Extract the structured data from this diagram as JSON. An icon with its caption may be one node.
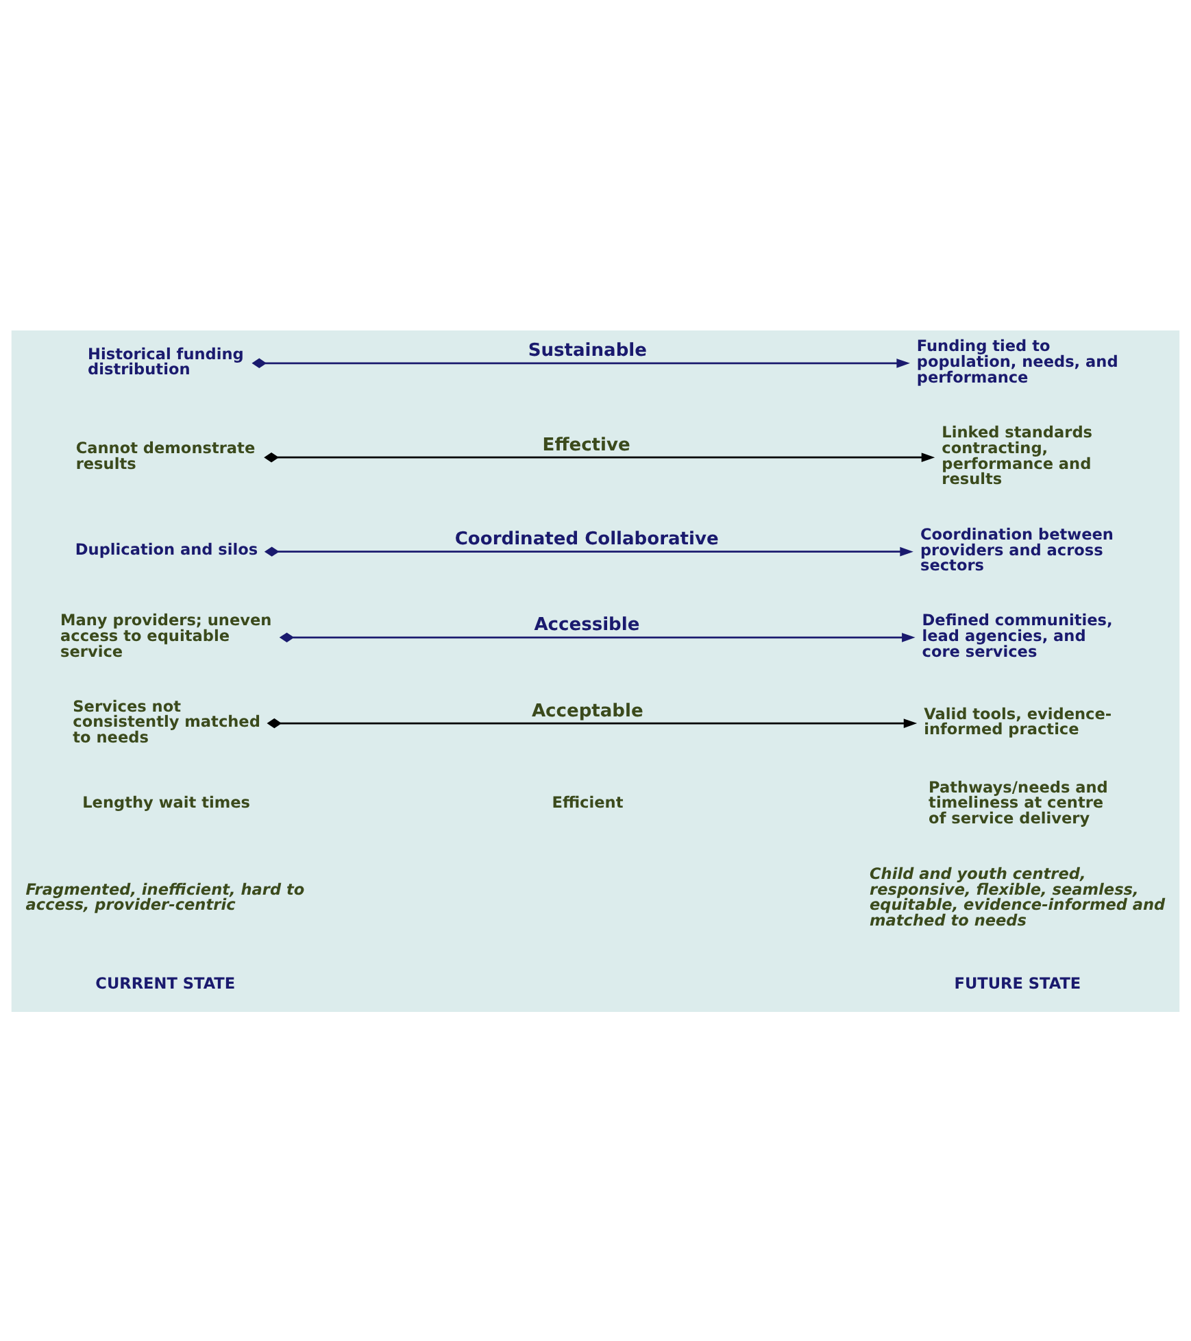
{
  "diagram": {
    "nodes": [
      {
        "text": [
          "Services not consistently matched to needs"
        ]
      },
      {
        "text": [
          "Valid tools, evidence-informed practice"
        ]
      },
      {
        "text": [
          "Many providers; uneven access to equitable service"
        ]
      },
      {
        "text": [
          "Defined communities, lead agencies, and core services"
        ]
      },
      {
        "text": [
          "Duplication and silos"
        ]
      },
      {
        "text": [
          "Coordination between providers and across sectors"
        ]
      },
      {
        "text": [
          "Cannot demonstrate results"
        ]
      },
      {
        "text": [
          "Linked standards contracting, performance and results"
        ]
      },
      {
        "text": [
          "Historical funding distribution"
        ]
      },
      {
        "text": [
          "Funding tied to population, needs, and performance"
        ]
      }
    ],
    "edges": [
      {
        "from": 0,
        "to": 1,
        "arrow": "to",
        "label": "Acceptable",
        "color": "#000000"
      },
      {
        "from": 2,
        "to": 3,
        "arrow": "to",
        "label": "Accessible"
      },
      {
        "from": 4,
        "to": 5,
        "arrow": "to",
        "label": "Coordinated Collaborative"
      },
      {
        "from": 6,
        "to": 7,
        "arrow": "to",
        "label": "Effective",
        "color": "#000000"
      },
      {
        "from": 8,
        "to": 9,
        "arrow": "to",
        "label": "Sustainable"
      }
    ],
    "labels": [
      "CURRENT STATE",
      "FUTURE STATE",
      "Fragmented, inefficient, hard to access, provider-centric",
      "Child and youth centred, responsive, flexible, seamless, equitable, evidence-informed and matched to needs",
      "Lengthy wait times",
      "Efficient",
      "Pathways/needs and timeliness at centre of service delivery"
    ]
  }
}
